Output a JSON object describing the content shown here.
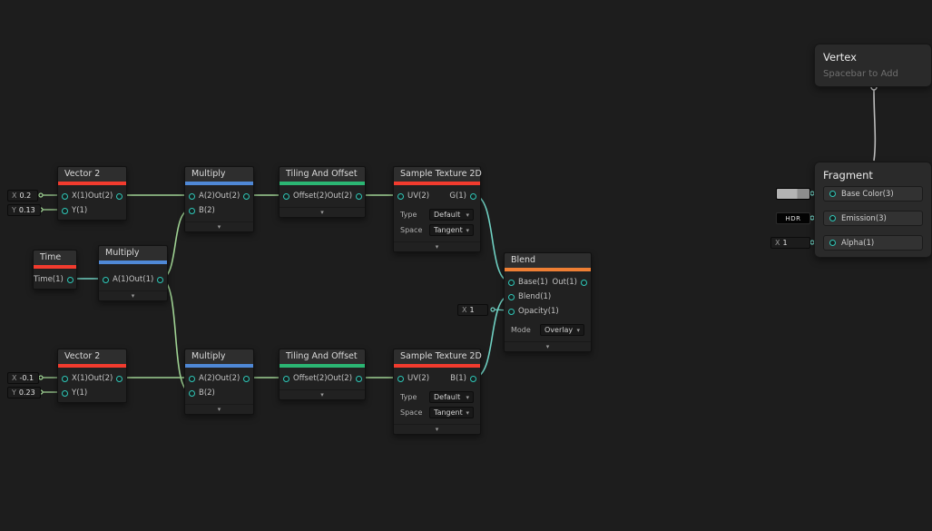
{
  "colors": {
    "background": "#1d1d1d",
    "accent_red": "#f23b2e",
    "accent_blue": "#4f88d6",
    "accent_green": "#2bb673",
    "accent_orange": "#ef7f34",
    "port_teal": "#30c7b8",
    "wire_vector": "#9fd293",
    "wire_float": "#6fd0c2",
    "wire_context": "#bcbcbc"
  },
  "icons": {
    "chevron_down": "▾",
    "dropdown_arrow": "▾"
  },
  "nodes": {
    "vec2_top": {
      "title": "Vector 2",
      "in0": "X(1)",
      "in1": "Y(1)",
      "out0": "Out(2)"
    },
    "multiply_top": {
      "title": "Multiply",
      "in0": "A(2)",
      "in1": "B(2)",
      "out0": "Out(2)"
    },
    "tiling_top": {
      "title": "Tiling And Offset",
      "in0": "Offset(2)",
      "out0": "Out(2)"
    },
    "sample_top": {
      "title": "Sample Texture 2D",
      "in0": "UV(2)",
      "out0": "G(1)",
      "type_label": "Type",
      "type_value": "Default",
      "space_label": "Space",
      "space_value": "Tangent"
    },
    "time": {
      "title": "Time",
      "out0": "Time(1)"
    },
    "multiply_mid": {
      "title": "Multiply",
      "in0": "A(1)",
      "out0": "Out(1)"
    },
    "vec2_bottom": {
      "title": "Vector 2",
      "in0": "X(1)",
      "in1": "Y(1)",
      "out0": "Out(2)"
    },
    "multiply_bottom": {
      "title": "Multiply",
      "in0": "A(2)",
      "in1": "B(2)",
      "out0": "Out(2)"
    },
    "tiling_bottom": {
      "title": "Tiling And Offset",
      "in0": "Offset(2)",
      "out0": "Out(2)"
    },
    "sample_bottom": {
      "title": "Sample Texture 2D",
      "in0": "UV(2)",
      "out0": "B(1)",
      "type_label": "Type",
      "type_value": "Default",
      "space_label": "Space",
      "space_value": "Tangent"
    },
    "blend": {
      "title": "Blend",
      "in0": "Base(1)",
      "in1": "Blend(1)",
      "in2": "Opacity(1)",
      "out0": "Out(1)",
      "mode_label": "Mode",
      "mode_value": "Overlay"
    }
  },
  "fields": {
    "vec2_top_x": {
      "label": "X",
      "value": "0.2"
    },
    "vec2_top_y": {
      "label": "Y",
      "value": "0.13"
    },
    "vec2_bottom_x": {
      "label": "X",
      "value": "-0.1"
    },
    "vec2_bottom_y": {
      "label": "Y",
      "value": "0.23"
    },
    "blend_opacity": {
      "label": "X",
      "value": "1"
    },
    "fragment_alpha": {
      "label": "X",
      "value": "1"
    }
  },
  "contexts": {
    "vertex": {
      "title": "Vertex",
      "placeholder": "Spacebar to Add"
    },
    "fragment": {
      "title": "Fragment",
      "port0": "Base Color(3)",
      "port1": "Emission(3)",
      "port2": "Alpha(1)",
      "hdr_label": "HDR"
    }
  }
}
